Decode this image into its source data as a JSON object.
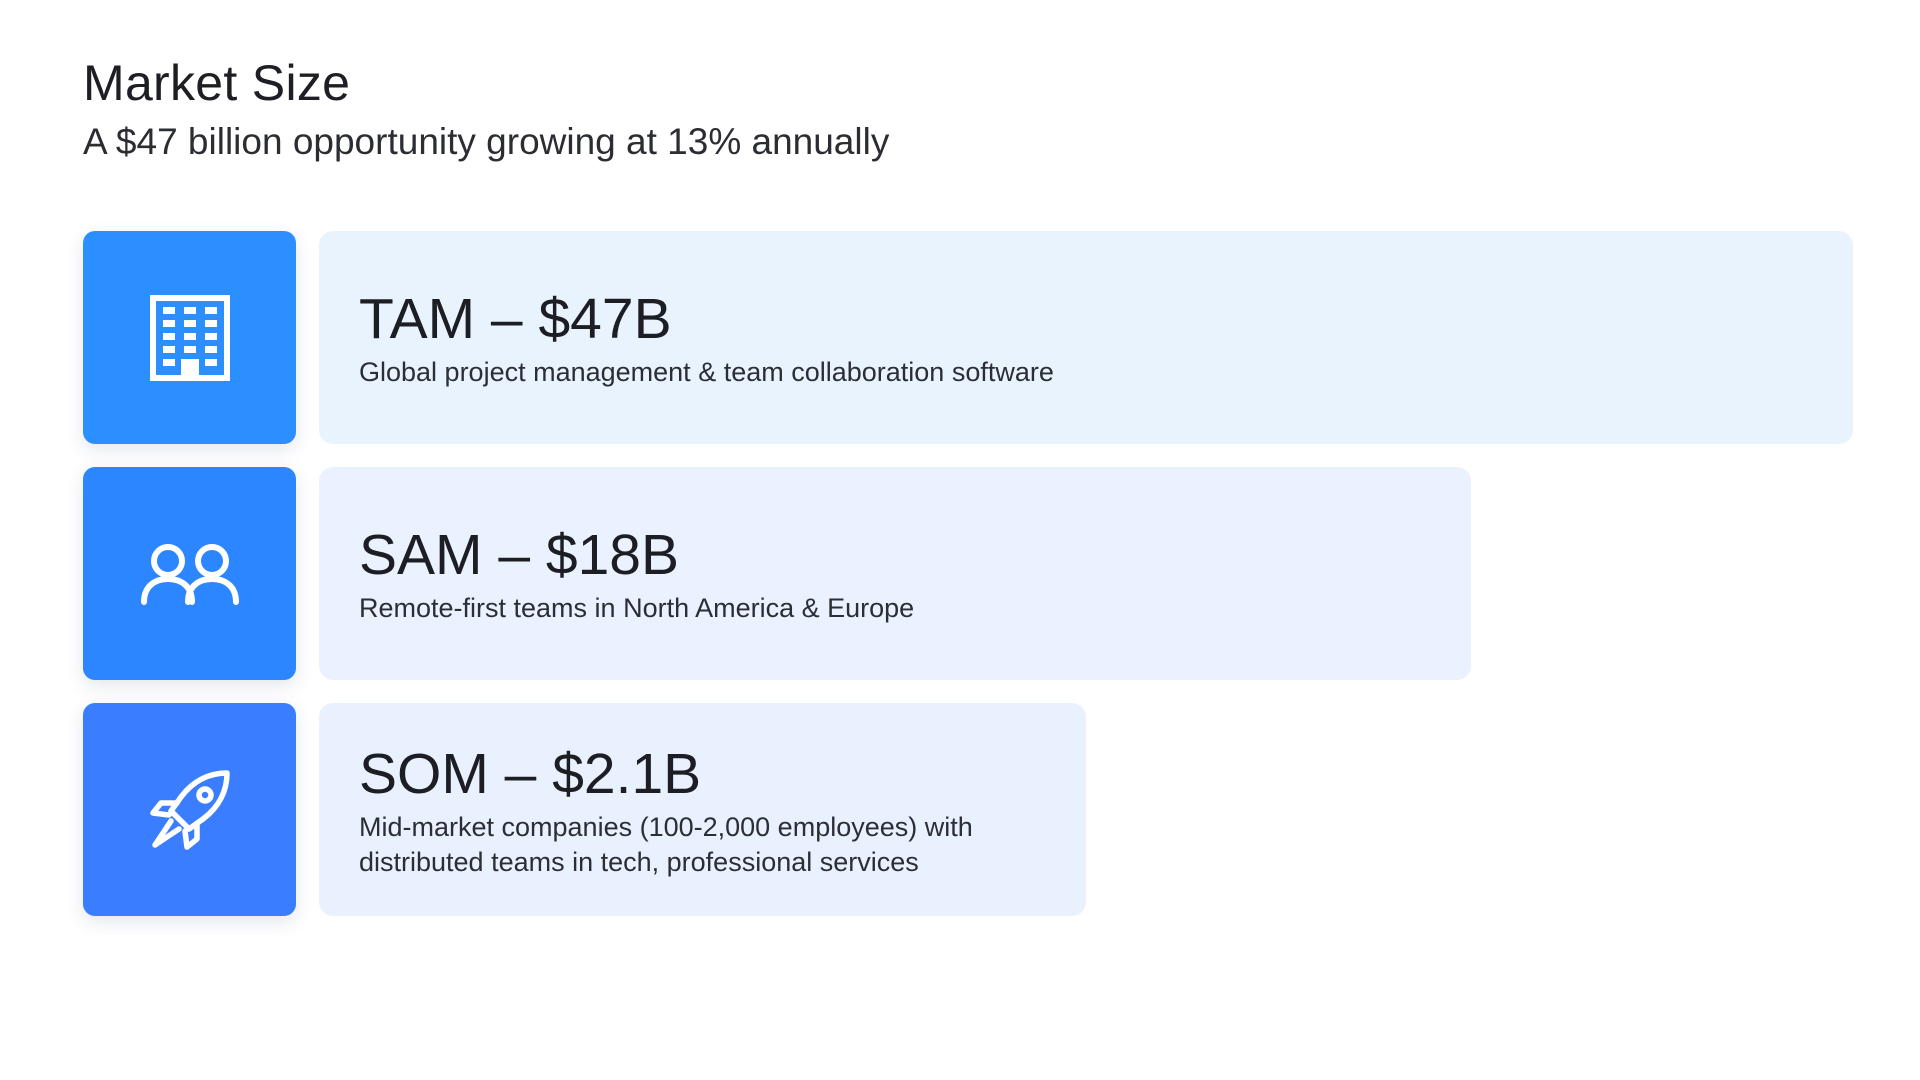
{
  "slide": {
    "title": "Market Size",
    "subtitle": "A $47 billion opportunity growing at 13% annually"
  },
  "tiers": [
    {
      "heading": "TAM – $47B",
      "description": "Global project management & team collaboration software",
      "icon": "building-icon",
      "icon_color": "#2B8FFF",
      "card_color": "#E9F3FE"
    },
    {
      "heading": "SAM – $18B",
      "description": "Remote-first teams in North America & Europe",
      "icon": "users-icon",
      "icon_color": "#2C86FF",
      "card_color": "#E9F2FE"
    },
    {
      "heading": "SOM – $2.1B",
      "description": "Mid-market companies (100-2,000 employees) with distributed teams in tech, professional services",
      "icon": "rocket-icon",
      "icon_color": "#3A7EFF",
      "card_color": "#E9F0FE"
    }
  ],
  "colors": {
    "background": "#FFFFFF",
    "text": "#1E1F24"
  }
}
